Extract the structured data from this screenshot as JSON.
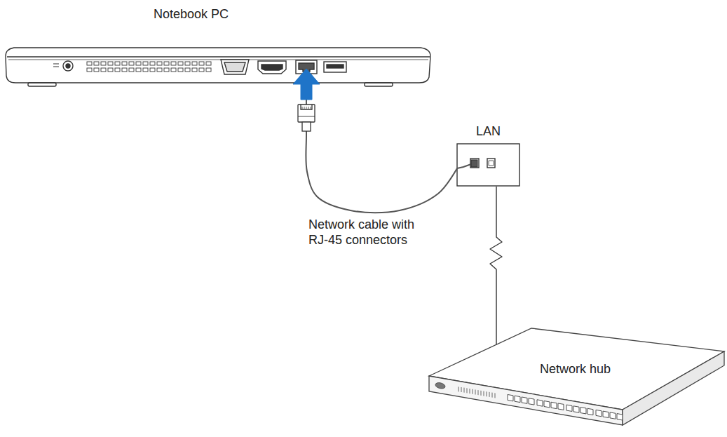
{
  "diagram": {
    "nodes": [
      {
        "text": [
          "Notebook PC"
        ]
      },
      {
        "text": [
          "LAN"
        ]
      },
      {
        "text": [
          "Network hub"
        ]
      }
    ],
    "edges": [
      {
        "from": 0,
        "to": 1,
        "arrow": "none",
        "label": "Network cable with RJ-45 connectors"
      },
      {
        "from": 1,
        "to": 2,
        "arrow": "none"
      }
    ]
  }
}
